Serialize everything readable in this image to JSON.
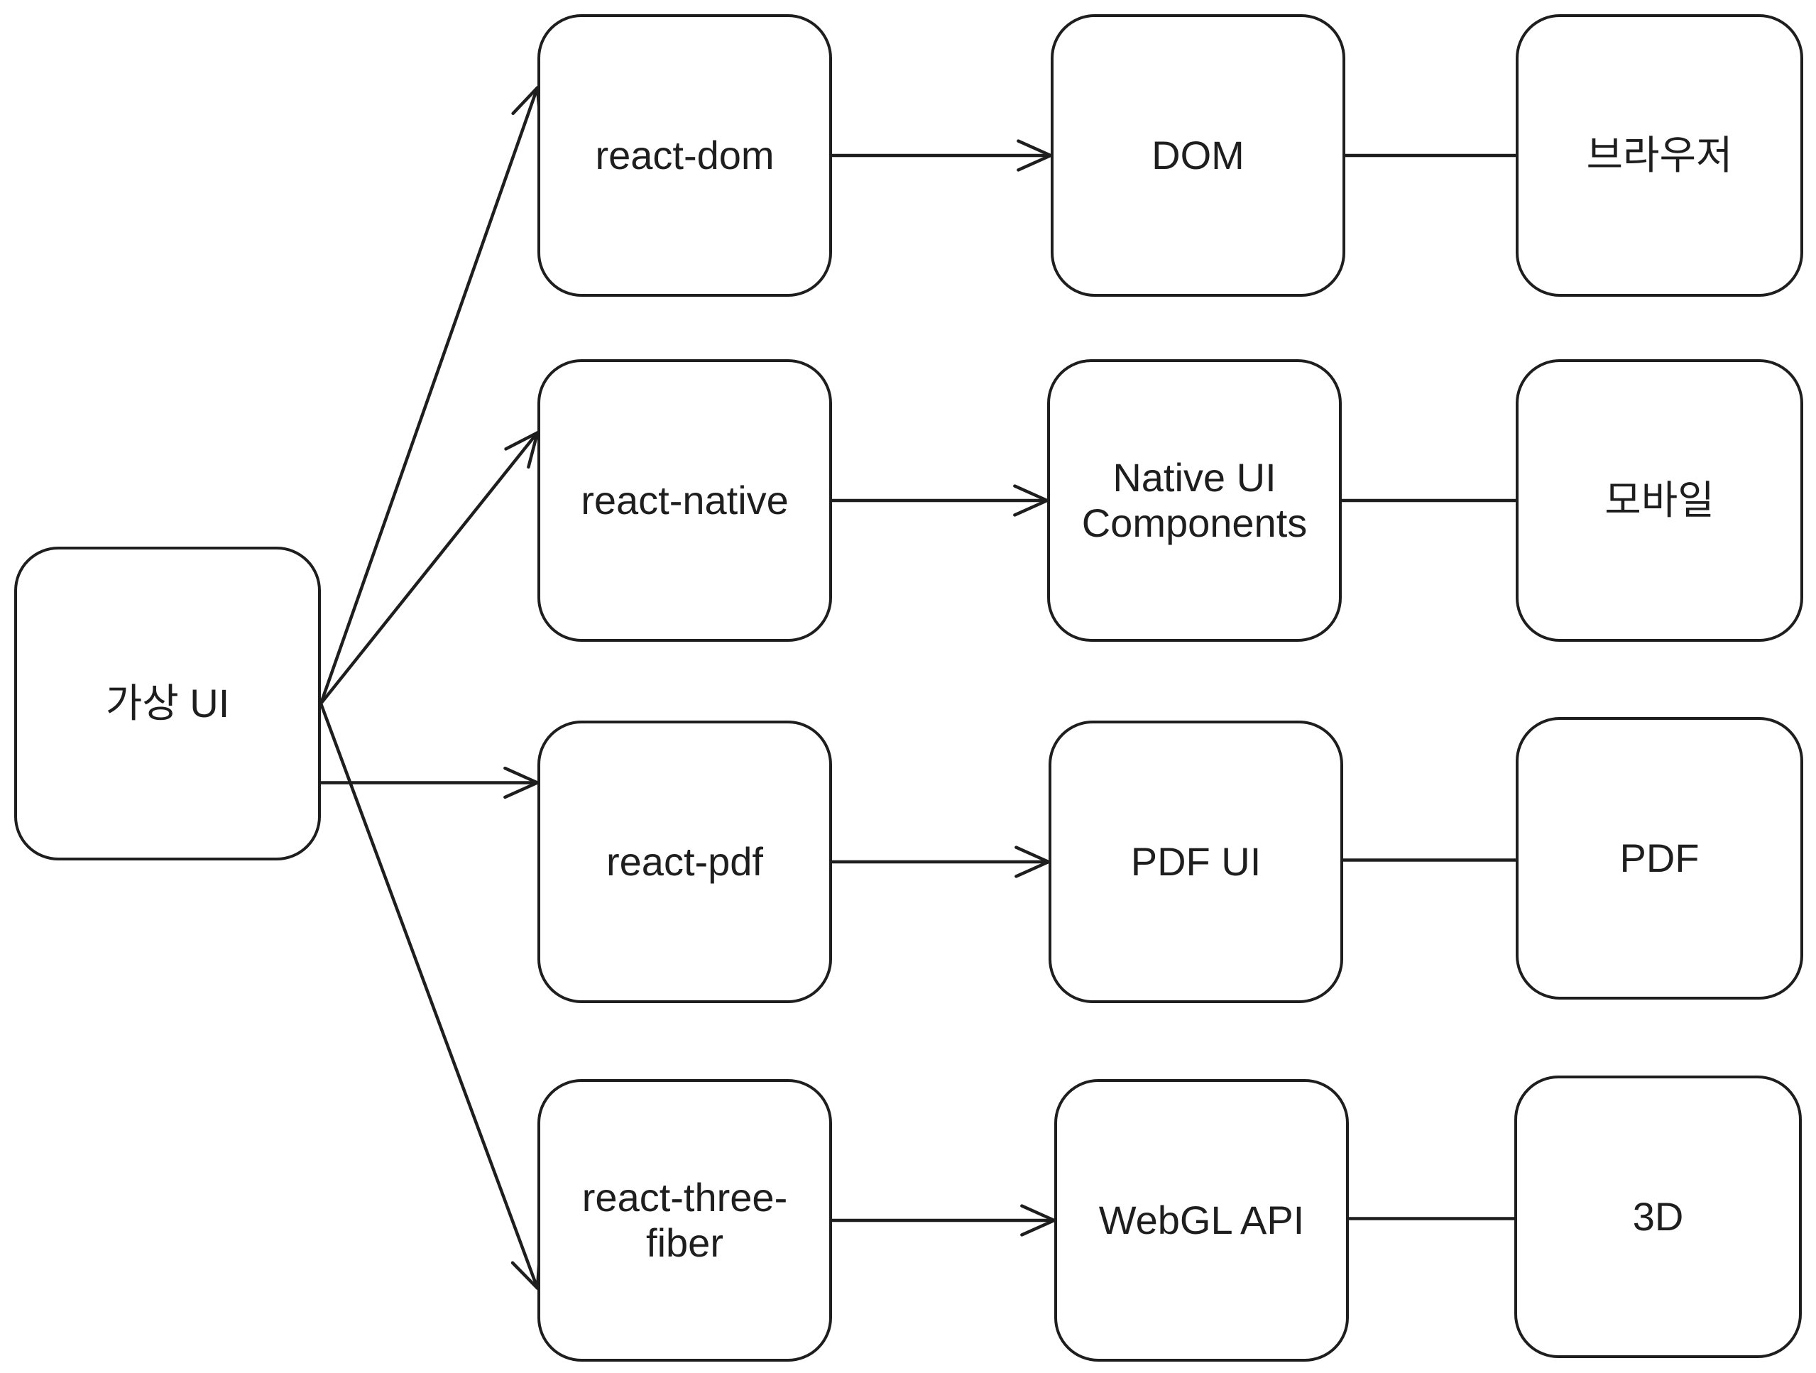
{
  "diagram": {
    "stroke_color": "#1e1e1e",
    "background": "#ffffff",
    "nodes": [
      {
        "id": "virtual-ui",
        "label": "가상 UI"
      },
      {
        "id": "react-dom",
        "label": "react-dom"
      },
      {
        "id": "react-native",
        "label": "react-native"
      },
      {
        "id": "react-pdf",
        "label": "react-pdf"
      },
      {
        "id": "react-three-fiber",
        "label": "react-three-\nfiber"
      },
      {
        "id": "dom",
        "label": "DOM"
      },
      {
        "id": "native-ui-components",
        "label": "Native UI\nComponents"
      },
      {
        "id": "pdf-ui",
        "label": "PDF UI"
      },
      {
        "id": "webgl-api",
        "label": "WebGL API"
      },
      {
        "id": "browser",
        "label": "브라우저"
      },
      {
        "id": "mobile",
        "label": "모바일"
      },
      {
        "id": "pdf",
        "label": "PDF"
      },
      {
        "id": "3d",
        "label": "3D"
      }
    ],
    "edges": [
      {
        "from": "virtual-ui",
        "to": "react-dom",
        "arrow": true
      },
      {
        "from": "virtual-ui",
        "to": "react-native",
        "arrow": true
      },
      {
        "from": "virtual-ui",
        "to": "react-pdf",
        "arrow": true
      },
      {
        "from": "virtual-ui",
        "to": "react-three-fiber",
        "arrow": true
      },
      {
        "from": "react-dom",
        "to": "dom",
        "arrow": true
      },
      {
        "from": "react-native",
        "to": "native-ui-components",
        "arrow": true
      },
      {
        "from": "react-pdf",
        "to": "pdf-ui",
        "arrow": true
      },
      {
        "from": "react-three-fiber",
        "to": "webgl-api",
        "arrow": true
      },
      {
        "from": "dom",
        "to": "browser",
        "arrow": false
      },
      {
        "from": "native-ui-components",
        "to": "mobile",
        "arrow": false
      },
      {
        "from": "pdf-ui",
        "to": "pdf",
        "arrow": false
      },
      {
        "from": "webgl-api",
        "to": "3d",
        "arrow": false
      }
    ]
  }
}
